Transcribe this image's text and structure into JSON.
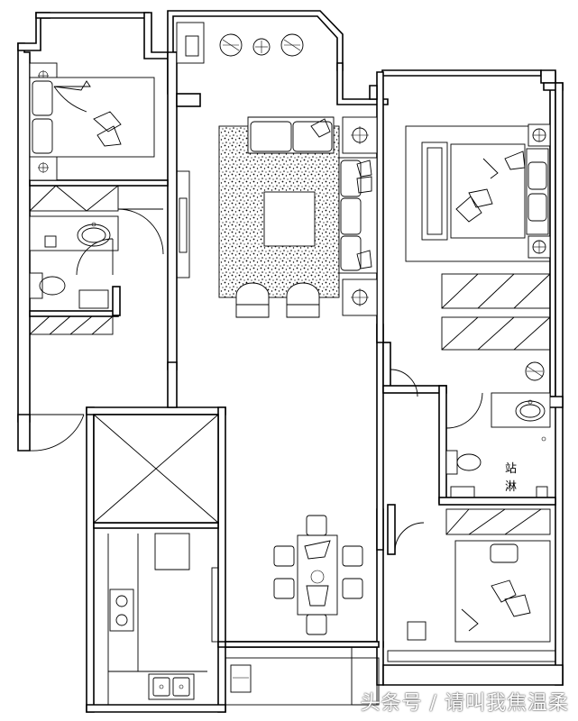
{
  "plan": {
    "labels": {
      "shower_char1": "站",
      "shower_char2": "淋"
    }
  },
  "watermark": {
    "text": "头条号 / 请叫我焦温柔"
  }
}
